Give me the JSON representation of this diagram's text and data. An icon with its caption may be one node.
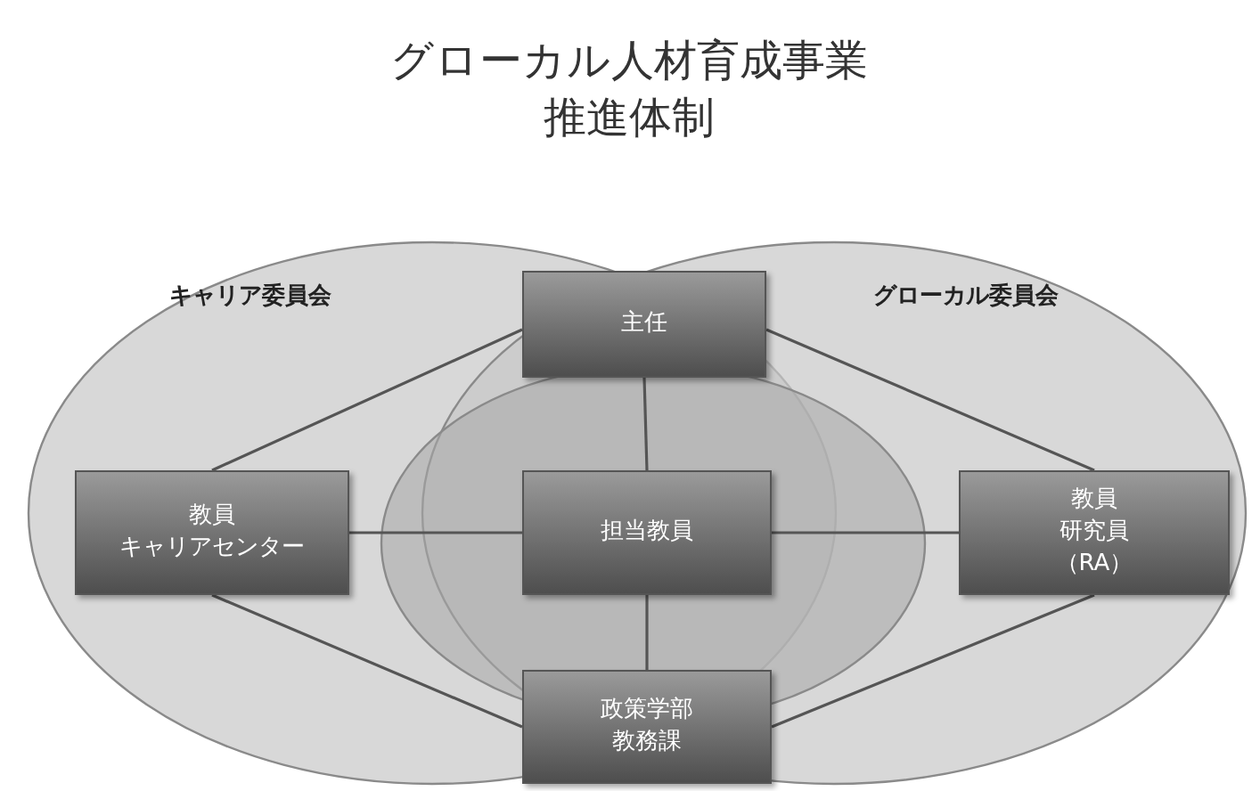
{
  "diagram": {
    "title": "グローカル人材育成事業推進体制",
    "nodes": [
      {
        "text": [
          "キャリア委員会"
        ]
      },
      {
        "text": [
          "グローカル委員会"
        ]
      },
      {
        "text": [
          "主任"
        ]
      },
      {
        "text": [
          "教員",
          "キャリアセンター"
        ],
        "in": 0
      },
      {
        "text": [
          "担当教員"
        ]
      },
      {
        "text": [
          "教員",
          "研究員",
          "（RA）"
        ],
        "in": 1
      },
      {
        "text": [
          "政策学部",
          "教務課"
        ]
      }
    ],
    "edges": [
      {
        "from": 2,
        "to": 4,
        "arrow": "none"
      },
      {
        "from": 4,
        "to": 6,
        "arrow": "none"
      },
      {
        "from": 2,
        "to": 3,
        "arrow": "none"
      },
      {
        "from": 2,
        "to": 5,
        "arrow": "none"
      },
      {
        "from": 3,
        "to": 4,
        "arrow": "none"
      },
      {
        "from": 4,
        "to": 5,
        "arrow": "none"
      },
      {
        "from": 3,
        "to": 6,
        "arrow": "none"
      },
      {
        "from": 5,
        "to": 6,
        "arrow": "none"
      }
    ]
  }
}
